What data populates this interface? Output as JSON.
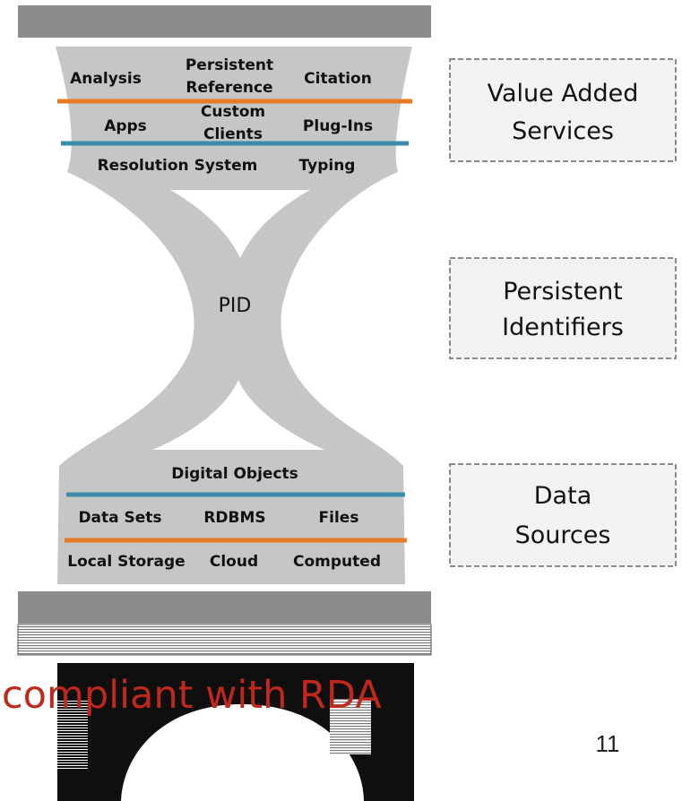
{
  "top_layer": {
    "row1": [
      "Analysis",
      "Persistent",
      "Reference",
      "Citation"
    ],
    "row2": [
      "Apps",
      "Custom",
      "Clients",
      "Plug-Ins"
    ],
    "row3": [
      "Resolution System",
      "Typing"
    ]
  },
  "center_label": "PID",
  "bottom_layer": {
    "row1": [
      "Digital Objects"
    ],
    "row2": [
      "Data Sets",
      "RDBMS",
      "Files"
    ],
    "row3": [
      "Local Storage",
      "Cloud",
      "Computed"
    ]
  },
  "side_boxes": [
    {
      "line1": "Value Added",
      "line2": "Services"
    },
    {
      "line1": "Persistent",
      "line2": "Identifiers"
    },
    {
      "line1": "Data",
      "line2": "Sources"
    }
  ],
  "overlay_text": "compliant with RDA",
  "page_number": "11",
  "colors": {
    "hourglass": "#c6c6c6",
    "cap": "#8c8c8c",
    "orange_line": "#e97a24",
    "teal_line": "#3c8ca8",
    "overlay_red": "#c0281c",
    "box_border": "#8a8a8a",
    "box_fill": "#f2f2f2"
  }
}
